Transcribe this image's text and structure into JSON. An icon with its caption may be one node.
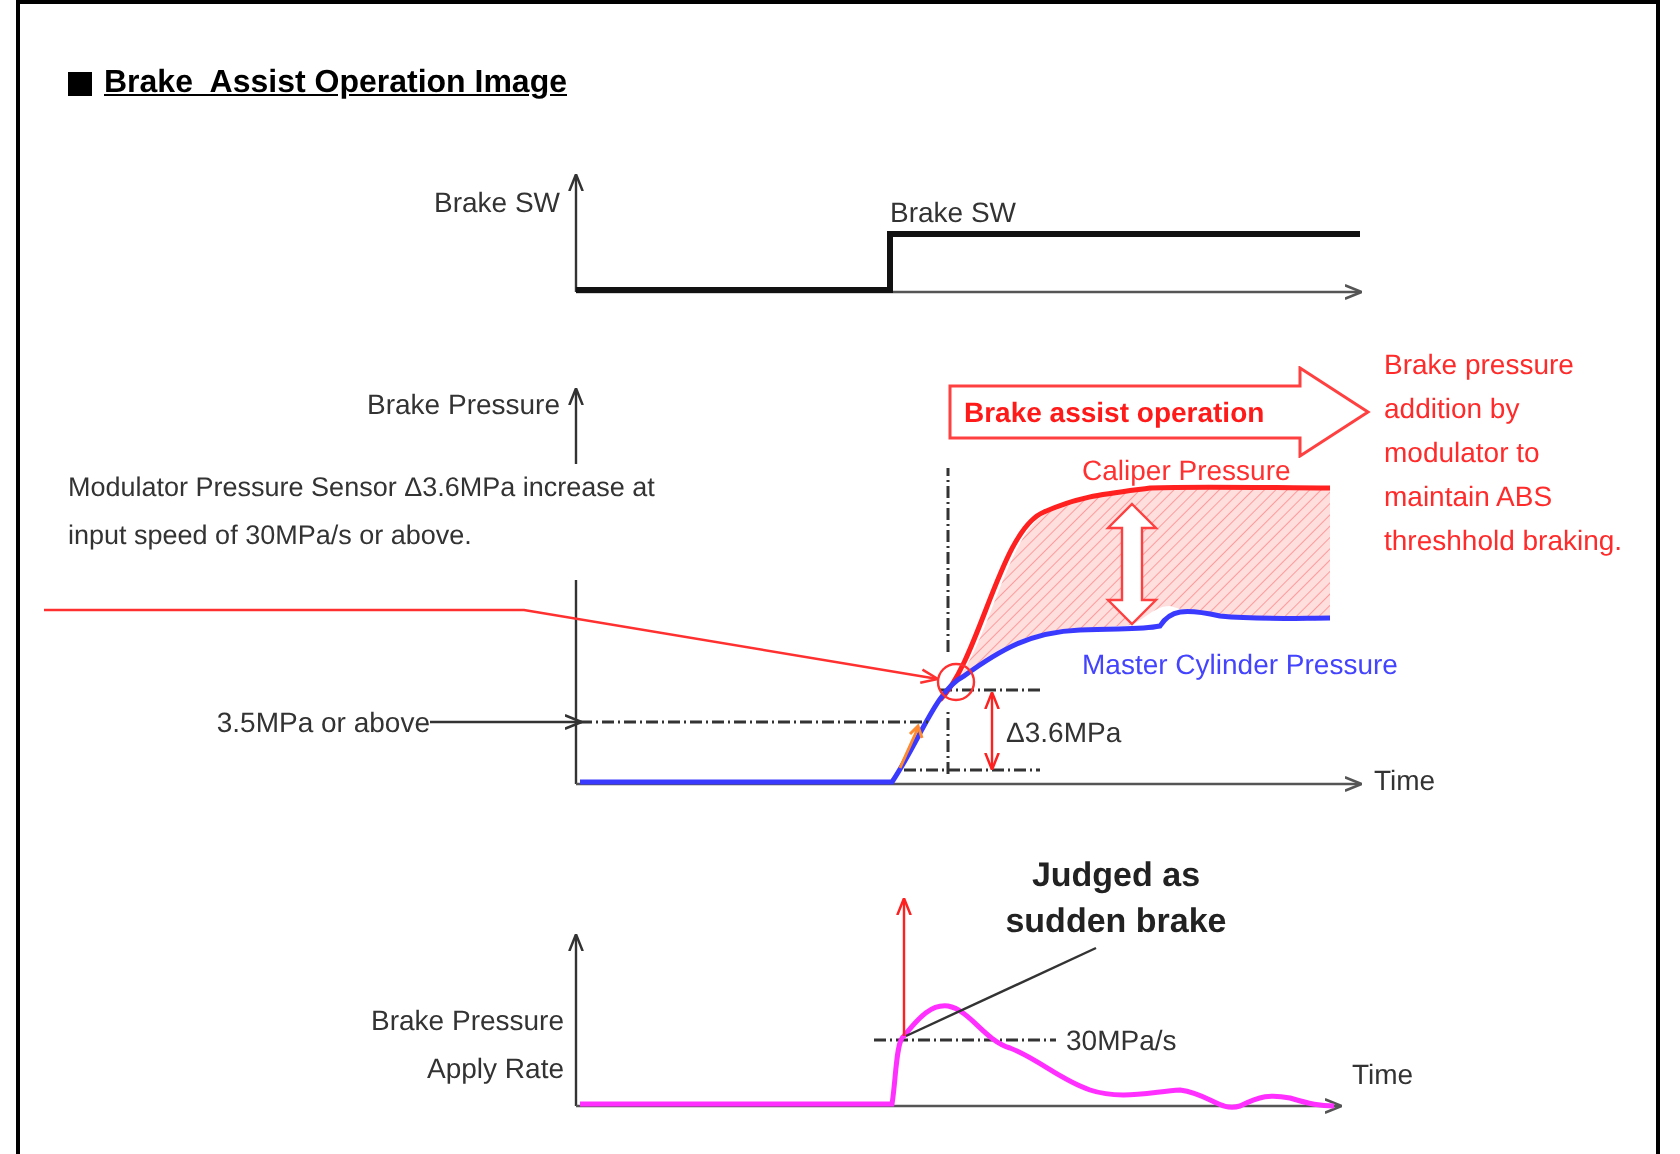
{
  "diagram": {
    "title": "Brake  Assist Operation Image",
    "nodes": [
      {
        "text": [
          "Modulator Pressure Sensor Δ3.6MPa increase at input speed of 30MPa/s or above."
        ]
      },
      {
        "text": [],
        "shape": "circle"
      },
      {
        "text": [
          "3.5MPa or above"
        ]
      },
      {
        "text": [
          "Judged as sudden brake"
        ]
      },
      {
        "text": [
          "Brake assist operation"
        ]
      },
      {
        "text": [],
        "shape": "line"
      }
    ],
    "edges": [
      {
        "from": 0,
        "to": 1,
        "arrow": "to",
        "color": "#ff3030"
      },
      {
        "from": 2,
        "to": 5,
        "arrow": "to"
      },
      {
        "from": 3,
        "to": null,
        "arrow": "none"
      }
    ],
    "labels": [
      "Brake SW",
      "Brake SW",
      "Brake Pressure",
      "Brake pressure addition by modulator to maintain ABS threshhold braking.",
      "Caliper Pressure",
      "Master Cylinder Pressure",
      "Δ3.6MPa",
      "Time",
      "Brake Pressure Apply Rate",
      "30MPa/s",
      "Time"
    ]
  }
}
